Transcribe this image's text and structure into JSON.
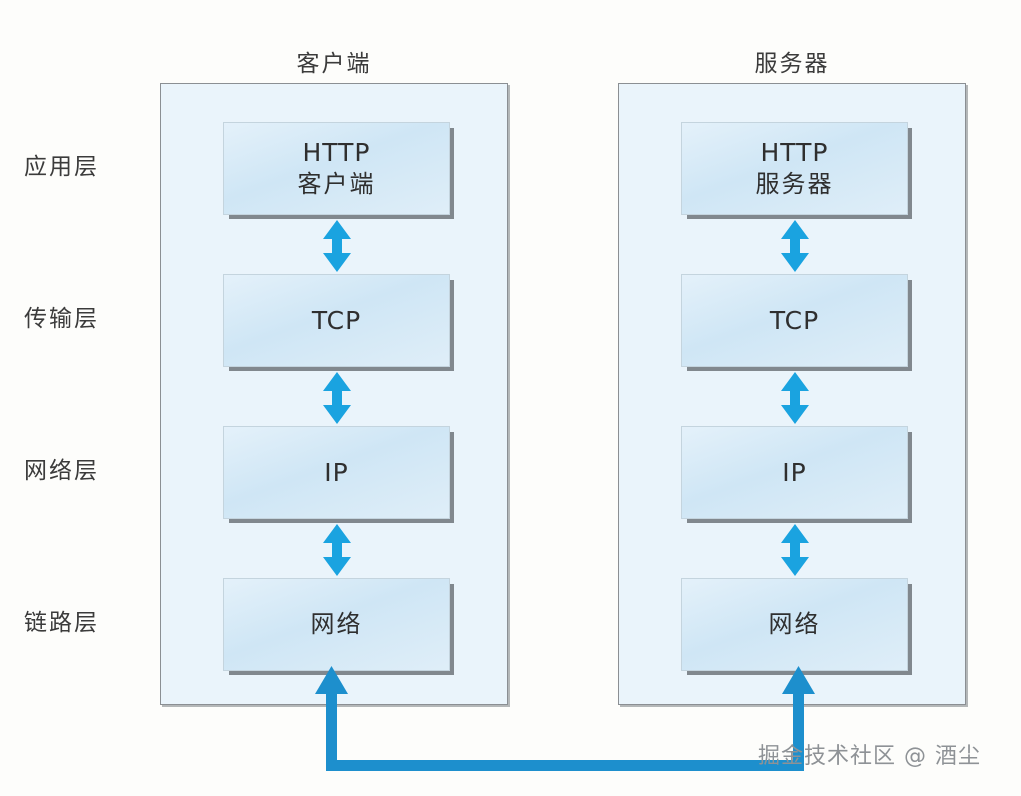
{
  "diagram": {
    "columns": [
      {
        "id": "client",
        "title": "客户端",
        "boxes": [
          {
            "primary": "HTTP",
            "secondary": "客户端"
          },
          {
            "primary": "TCP",
            "secondary": ""
          },
          {
            "primary": "IP",
            "secondary": ""
          },
          {
            "primary": "网络",
            "secondary": ""
          }
        ]
      },
      {
        "id": "server",
        "title": "服务器",
        "boxes": [
          {
            "primary": "HTTP",
            "secondary": "服务器"
          },
          {
            "primary": "TCP",
            "secondary": ""
          },
          {
            "primary": "IP",
            "secondary": ""
          },
          {
            "primary": "网络",
            "secondary": ""
          }
        ]
      }
    ],
    "layer_labels": [
      {
        "label": "应用层"
      },
      {
        "label": "传输层"
      },
      {
        "label": "网络层"
      },
      {
        "label": "链路层"
      }
    ],
    "connector": {
      "name": "physical-network-link",
      "style": "u-shaped double arrow",
      "color": "#1d8fcd"
    },
    "colors": {
      "arrow": "#1aa3e0",
      "arrow_dark": "#1d8fcd",
      "stack_fill": "#eaf4fb",
      "stack_border": "#8b8f93",
      "box_fill_top": "#e4f1fa",
      "box_fill_mid": "#cfe6f5",
      "box_border": "#c4d4de",
      "box_shadow": "#6e747a",
      "text": "#2f2f2f",
      "watermark": "#8e9296",
      "background": "#fdfdfb"
    },
    "watermark": "掘金技术社区 @ 酒尘"
  }
}
